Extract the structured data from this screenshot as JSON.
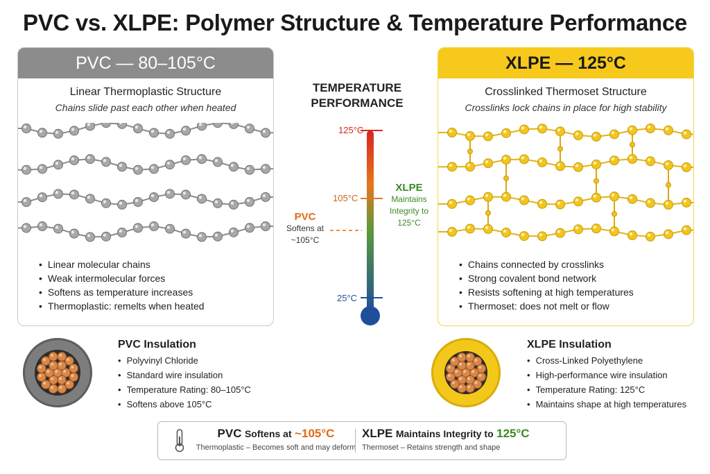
{
  "title": "PVC vs. XLPE: Polymer Structure & Temperature Performance",
  "pvc_panel": {
    "header": "PVC — 80–105°C",
    "structure_title": "Linear Thermoplastic Structure",
    "structure_subtitle": "Chains slide past each other when heated",
    "bullets": [
      "Linear molecular chains",
      "Weak intermolecular forces",
      "Softens as temperature increases",
      "Thermoplastic: remelts when heated"
    ]
  },
  "xlpe_panel": {
    "header": "XLPE — 125°C",
    "structure_title": "Crosslinked Thermoset Structure",
    "structure_subtitle": "Crosslinks lock chains in place for high stability",
    "bullets": [
      "Chains connected by crosslinks",
      "Strong covalent bond network",
      "Resists softening at high temperatures",
      "Thermoset: does not melt or flow"
    ]
  },
  "thermometer": {
    "title_line1": "TEMPERATURE",
    "title_line2": "PERFORMANCE",
    "label_125": "125°C",
    "label_105": "105°C",
    "label_25": "25°C",
    "pvc_name": "PVC",
    "pvc_line1": "Softens at",
    "pvc_line2": "~105°C",
    "xlpe_name": "XLPE",
    "xlpe_line1": "Maintains",
    "xlpe_line2": "Integrity to",
    "xlpe_line3": "125°C"
  },
  "pvc_wire": {
    "title": "PVC Insulation",
    "items": [
      "Polyvinyl Chloride",
      "Standard wire insulation",
      "Temperature Rating: 80–105°C",
      "Softens above 105°C"
    ]
  },
  "xlpe_wire": {
    "title": "XLPE Insulation",
    "items": [
      "Cross-Linked Polyethylene",
      "High-performance wire insulation",
      "Temperature Rating: 125°C",
      "Maintains shape at high temperatures"
    ]
  },
  "summary": {
    "pvc_name": "PVC",
    "pvc_text": "Softens at",
    "pvc_value": "~105°C",
    "pvc_note": "Thermoplastic – Becomes soft and may deform",
    "xlpe_name": "XLPE",
    "xlpe_text": "Maintains Integrity to",
    "xlpe_value": "125°C",
    "xlpe_note": "Thermoset – Retains strength and shape"
  },
  "colors": {
    "pvc_gray": "#8c8c8c",
    "xlpe_yellow": "#f7c91c",
    "hot_red": "#d7261e",
    "pvc_orange": "#e06a1b",
    "xlpe_green": "#3a8a22",
    "cool_blue": "#1f4f9a",
    "copper": "#d9884a"
  }
}
